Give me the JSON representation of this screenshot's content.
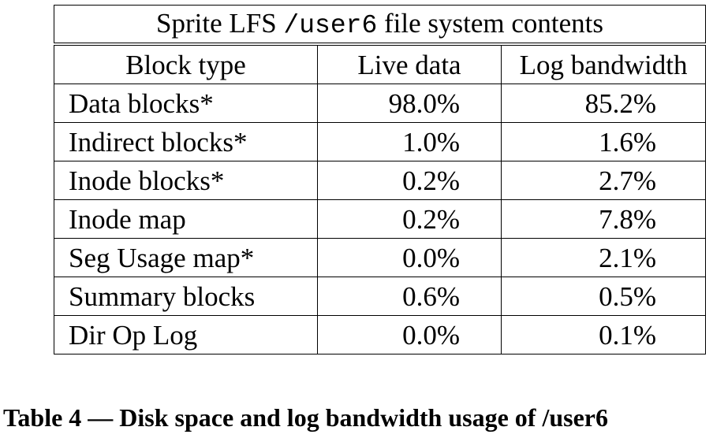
{
  "table": {
    "title_prefix": "Sprite LFS ",
    "title_code": "/user6",
    "title_suffix": " file system contents",
    "headers": [
      "Block type",
      "Live data",
      "Log bandwidth"
    ],
    "rows": [
      [
        "Data blocks*",
        "98.0%",
        "85.2%"
      ],
      [
        "Indirect blocks*",
        "1.0%",
        "1.6%"
      ],
      [
        "Inode blocks*",
        "0.2%",
        "2.7%"
      ],
      [
        "Inode map",
        "0.2%",
        "7.8%"
      ],
      [
        "Seg Usage map*",
        "0.0%",
        "2.1%"
      ],
      [
        "Summary blocks",
        "0.6%",
        "0.5%"
      ],
      [
        "Dir Op Log",
        "0.0%",
        "0.1%"
      ]
    ]
  },
  "caption": "Table 4 — Disk space and log bandwidth usage of /user6"
}
